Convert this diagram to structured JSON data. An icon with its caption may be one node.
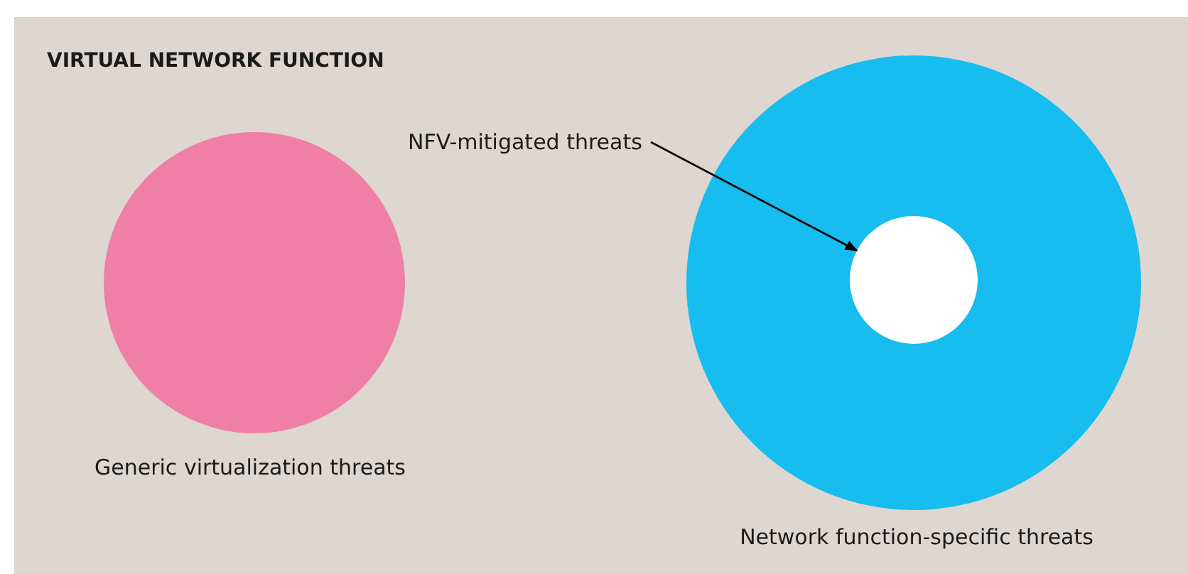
{
  "diagram": {
    "title": "VIRTUAL NETWORK FUNCTION",
    "nodes": [
      {
        "text": [
          "Generic virtualization threats"
        ]
      },
      {
        "text": [
          "Network function-specific threats"
        ]
      },
      {
        "text": [],
        "shape": "circle",
        "in": 1
      },
      {
        "text": [
          "NFV-mitigated threats"
        ]
      }
    ],
    "edges": [
      {
        "from": 3,
        "to": 2,
        "arrow": "to"
      }
    ]
  }
}
